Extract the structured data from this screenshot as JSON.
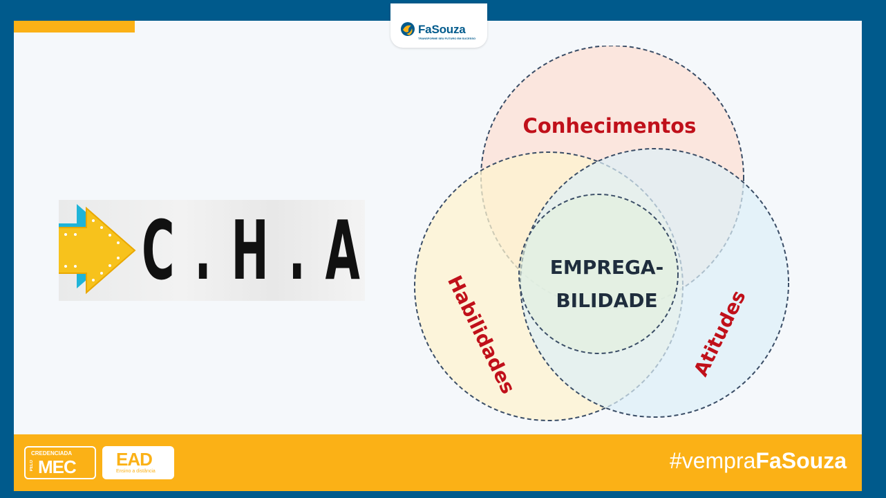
{
  "brand": {
    "name": "FaSouza",
    "tagline": "TRANSFORME SEU FUTURO EM SUCESSO",
    "primary_color": "#005a8c",
    "accent_color": "#fbb116"
  },
  "left_panel": {
    "title": "C.H.A",
    "icon": "arrow-right-icon"
  },
  "venn": {
    "circles": [
      {
        "label": "Conhecimentos",
        "fill": "#fce3d8"
      },
      {
        "label": "Habilidades",
        "fill": "#fdf3cf"
      },
      {
        "label": "Atitudes",
        "fill": "#ddf0f8"
      }
    ],
    "center_line1": "EMPREGA-",
    "center_line2": "BILIDADE",
    "label_color": "#c0101a",
    "center_color": "#1f2d3d"
  },
  "footer": {
    "badge_mec_top": "CREDENCIADA",
    "badge_mec_side": "PELO",
    "badge_mec_main": "MEC",
    "badge_ead_main": "EAD",
    "badge_ead_sub": "Ensino a distância",
    "hashtag_prefix": "#vempra",
    "hashtag_brand": "FaSouza"
  }
}
